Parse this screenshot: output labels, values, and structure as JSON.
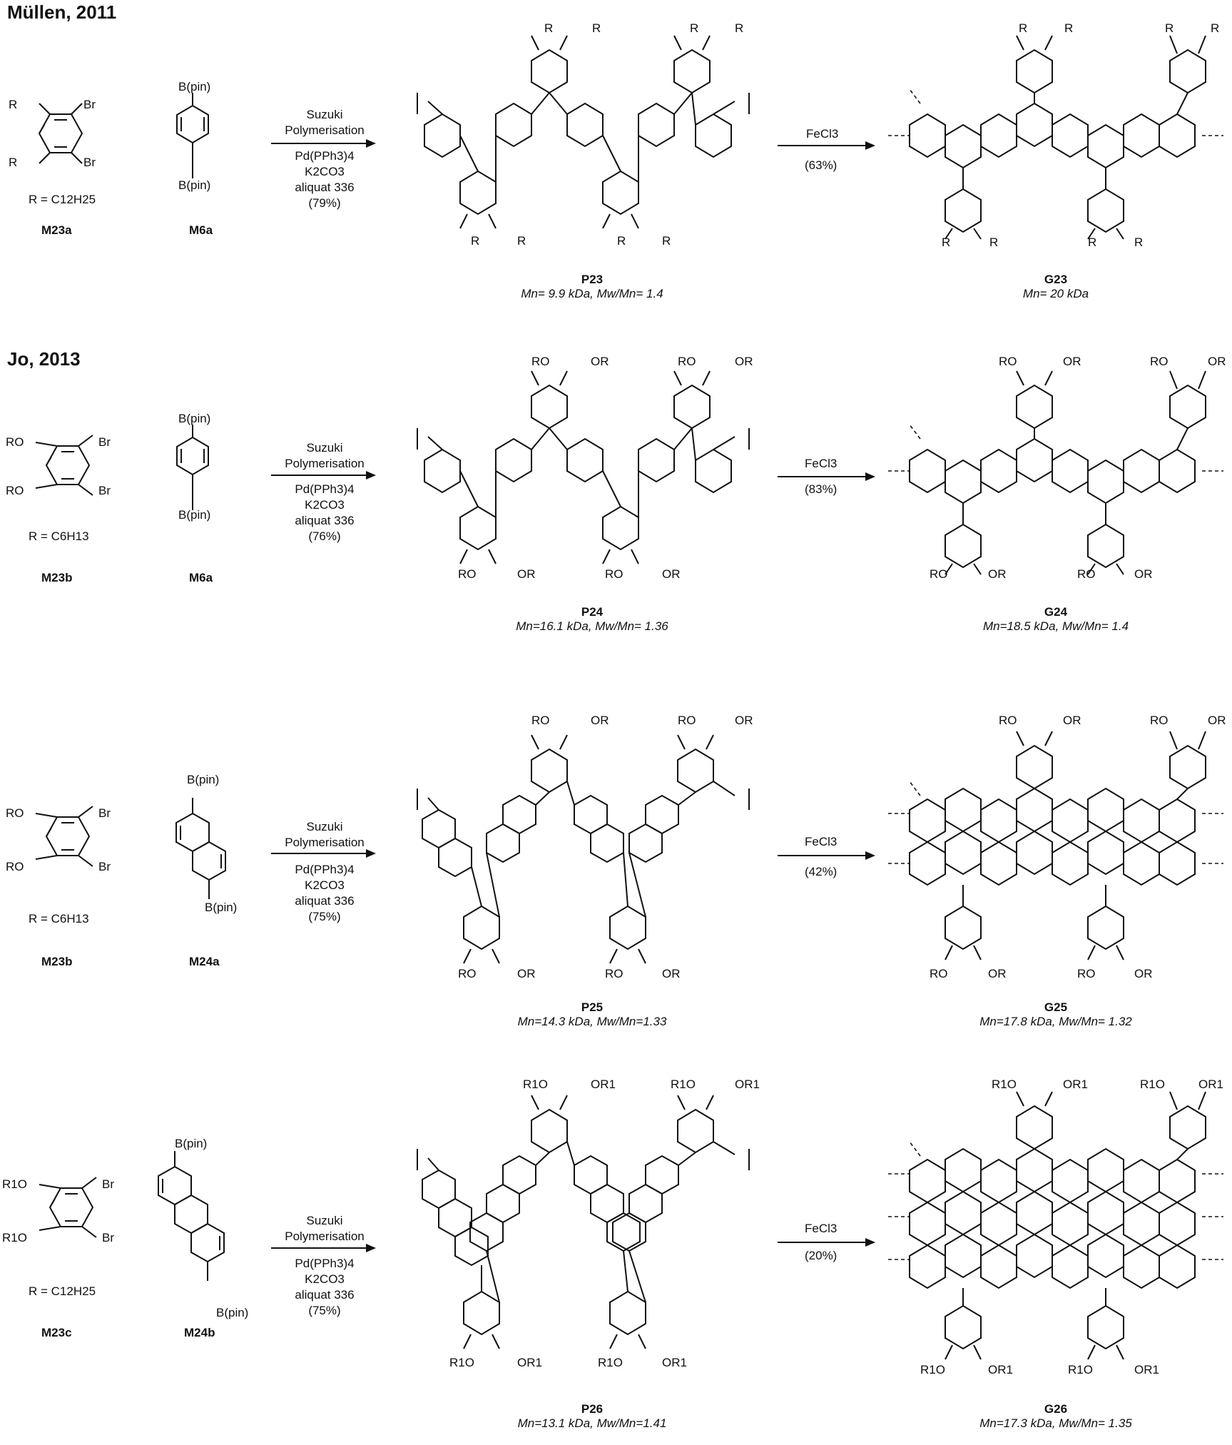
{
  "schemes": [
    {
      "heading": "Müllen, 2011",
      "monomer1": {
        "r1": "R",
        "r2": "R",
        "br1": "Br",
        "br2": "Br",
        "r_def": "R = C12H25",
        "id": "M23a"
      },
      "monomer2": {
        "top": "B(pin)",
        "bottom": "B(pin)",
        "id": "M6a"
      },
      "conditions": [
        "Suzuki",
        "Polymerisation",
        "Pd(PPh3)4",
        "K2CO3",
        "aliquat 336",
        "(79%)"
      ],
      "polymer": {
        "sub": "R",
        "id": "P23",
        "props": "Mn= 9.9 kDa, Mw/Mn= 1.4"
      },
      "reagent": "FeCl3",
      "yield": "(63%)",
      "product": {
        "sub": "R",
        "id": "G23",
        "props": "Mn= 20 kDa"
      }
    },
    {
      "heading": "Jo, 2013",
      "monomer1": {
        "r1": "RO",
        "r2": "RO",
        "br1": "Br",
        "br2": "Br",
        "r_def": "R = C6H13",
        "id": "M23b"
      },
      "monomer2": {
        "top": "B(pin)",
        "bottom": "B(pin)",
        "id": "M6a"
      },
      "conditions": [
        "Suzuki",
        "Polymerisation",
        "Pd(PPh3)4",
        "K2CO3",
        "aliquat 336",
        "(76%)"
      ],
      "polymer": {
        "sub": "OR",
        "id": "P24",
        "props": "Mn=16.1 kDa, Mw/Mn= 1.36"
      },
      "reagent": "FeCl3",
      "yield": "(83%)",
      "product": {
        "sub": "OR",
        "id": "G24",
        "props": "Mn=18.5 kDa, Mw/Mn= 1.4"
      }
    },
    {
      "heading": "",
      "monomer1": {
        "r1": "RO",
        "r2": "RO",
        "br1": "Br",
        "br2": "Br",
        "r_def": "R = C6H13",
        "id": "M23b"
      },
      "monomer2": {
        "top": "B(pin)",
        "bottom": "B(pin)",
        "id": "M24a"
      },
      "conditions": [
        "Suzuki",
        "Polymerisation",
        "Pd(PPh3)4",
        "K2CO3",
        "aliquat 336",
        "(75%)"
      ],
      "polymer": {
        "sub": "OR",
        "id": "P25",
        "props": "Mn=14.3 kDa, Mw/Mn=1.33"
      },
      "reagent": "FeCl3",
      "yield": "(42%)",
      "product": {
        "sub": "OR",
        "id": "G25",
        "props": "Mn=17.8 kDa, Mw/Mn= 1.32"
      }
    },
    {
      "heading": "",
      "monomer1": {
        "r1": "R1O",
        "r2": "R1O",
        "br1": "Br",
        "br2": "Br",
        "r_def": "R = C12H25",
        "id": "M23c"
      },
      "monomer2": {
        "top": "B(pin)",
        "bottom": "B(pin)",
        "id": "M24b"
      },
      "conditions": [
        "Suzuki",
        "Polymerisation",
        "Pd(PPh3)4",
        "K2CO3",
        "aliquat 336",
        "(75%)"
      ],
      "polymer": {
        "sub": "OR1",
        "id": "P26",
        "props": "Mn=13.1 kDa, Mw/Mn=1.41"
      },
      "reagent": "FeCl3",
      "yield": "(20%)",
      "product": {
        "sub": "OR1",
        "id": "G26",
        "props": "Mn=17.3 kDa, Mw/Mn= 1.35"
      }
    }
  ]
}
